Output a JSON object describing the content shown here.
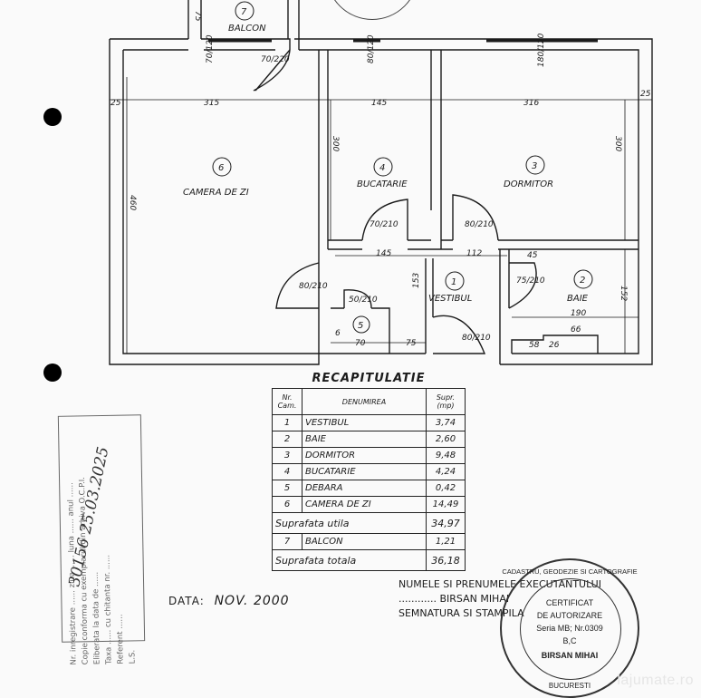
{
  "rooms": [
    {
      "no": "1",
      "name": "VESTIBUL"
    },
    {
      "no": "2",
      "name": "BAIE"
    },
    {
      "no": "3",
      "name": "DORMITOR"
    },
    {
      "no": "4",
      "name": "BUCATARIE"
    },
    {
      "no": "5",
      "name": ""
    },
    {
      "no": "6",
      "name": "CAMERA DE ZI"
    },
    {
      "no": "7",
      "name": "BALCON"
    }
  ],
  "dims": {
    "d315": "315",
    "d145a": "145",
    "d316": "316",
    "d25": "25",
    "d460": "460",
    "d300a": "300",
    "d300b": "300",
    "d153": "153",
    "d152": "152",
    "d145b": "145",
    "d112": "112",
    "d190": "190",
    "d70": "70",
    "d75": "75",
    "d45": "45",
    "d58": "58",
    "d26": "26",
    "d66": "66",
    "d6": "6",
    "d75top": "75",
    "door_70_220": "70/220",
    "door_70_210": "70/210",
    "door_80_210a": "80/210",
    "door_80_210b": "80/210",
    "door_80_210c": "80/210",
    "door_75_210": "75/210",
    "door_50_210": "50/210",
    "win_70_120": "70/120",
    "win_80_120": "80/120",
    "win_180_120": "180/120"
  },
  "recap": {
    "title": "RECAPITULATIE",
    "col_nr": "Nr. Cam.",
    "col_name": "DENUMIREA",
    "col_area": "Supr. (mp)",
    "rows": [
      {
        "nr": "1",
        "name": "VESTIBUL",
        "area": "3,74"
      },
      {
        "nr": "2",
        "name": "BAIE",
        "area": "2,60"
      },
      {
        "nr": "3",
        "name": "DORMITOR",
        "area": "9,48"
      },
      {
        "nr": "4",
        "name": "BUCATARIE",
        "area": "4,24"
      },
      {
        "nr": "5",
        "name": "DEBARA",
        "area": "0,42"
      },
      {
        "nr": "6",
        "name": "CAMERA DE ZI",
        "area": "14,49"
      }
    ],
    "util_label": "Suprafata utila",
    "util_value": "34,97",
    "balcon_nr": "7",
    "balcon_name": "BALCON",
    "balcon_value": "1,21",
    "total_label": "Suprafata totala",
    "total_value": "36,18"
  },
  "copy_stamp": {
    "lines": [
      "Nr. inregistrare ...... ziua ...... luna ...... anul ......",
      "Copie conforma cu exemplarul din arhiva O.C.P.I.",
      "Eliberata la data de ......",
      "Taxa ...... cu chitanta nr. ......",
      "Referent ......",
      "L.S."
    ],
    "handwritten": "30156 25.03.2025"
  },
  "date_label": "DATA:",
  "date_value": "NOV. 2000",
  "executant": {
    "line1": "NUMELE SI PRENUMELE EXECUTANTULUI",
    "line2": "............ BIRSAN MIHAI",
    "line3": "SEMNATURA SI STAMPILA"
  },
  "round_stamp": {
    "top": "CADASTRU, GEODEZIE SI CARTOGRAFIE",
    "certificat": "CERTIFICAT",
    "autorizare": "DE AUTORIZARE",
    "seria": "Seria MB; Nr.0309",
    "cls": "B,C",
    "name": "BIRSAN MIHAI",
    "city": "BUCURESTI"
  },
  "watermark": "lajumate.ro"
}
